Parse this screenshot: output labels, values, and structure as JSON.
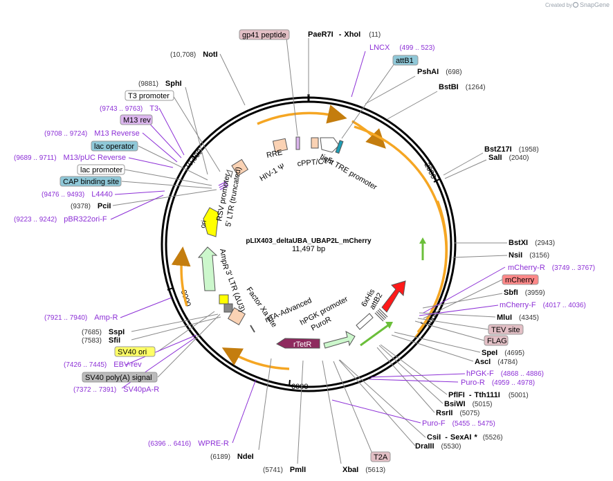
{
  "plasmid": {
    "name": "pLIX403_deltaUBA_UBAP2L_mCherry",
    "size": "11,497 bp"
  },
  "credit": {
    "prefix": "Created by",
    "brand": "SnapGene"
  },
  "ticks": [
    {
      "label": "2000"
    },
    {
      "label": "4000"
    },
    {
      "label": "6000"
    },
    {
      "label": "8000"
    },
    {
      "label": "10,000"
    }
  ],
  "enzymes": {
    "PaeR7I": {
      "name": "PaeR7I",
      "sep": "-",
      "name2": "XhoI",
      "pos": "(11)"
    },
    "PshAI": {
      "name": "PshAI",
      "pos": "(698)"
    },
    "BstBI": {
      "name": "BstBI",
      "pos": "(1264)"
    },
    "BstZ17I": {
      "name": "BstZ17I",
      "pos": "(1958)"
    },
    "SalI": {
      "name": "SalI",
      "pos": "(2040)"
    },
    "BstXI": {
      "name": "BstXI",
      "pos": "(2943)"
    },
    "NsiI": {
      "name": "NsiI",
      "pos": "(3156)"
    },
    "SbfI": {
      "name": "SbfI",
      "pos": "(3959)"
    },
    "MluI": {
      "name": "MluI",
      "pos": "(4345)"
    },
    "SpeI": {
      "name": "SpeI",
      "pos": "(4695)"
    },
    "AscI": {
      "name": "AscI",
      "pos": "(4784)"
    },
    "PflFI": {
      "name": "PflFI",
      "sep": "-",
      "name2": "Tth111I",
      "pos": "(5001)"
    },
    "BsiWI": {
      "name": "BsiWI",
      "pos": "(5015)"
    },
    "RsrII": {
      "name": "RsrII",
      "pos": "(5075)"
    },
    "CsiI": {
      "name": "CsiI",
      "sep": "-",
      "name2": "SexAI",
      "star": "*",
      "pos": "(5526)"
    },
    "DraIII": {
      "name": "DraIII",
      "pos": "(5530)"
    },
    "XbaI": {
      "name": "XbaI",
      "pos": "(5613)"
    },
    "PmlI": {
      "name": "PmlI",
      "pos": "(5741)"
    },
    "NdeI": {
      "name": "NdeI",
      "pos": "(6189)"
    },
    "SspI": {
      "name": "SspI",
      "pos": "(7685)"
    },
    "SfiI": {
      "name": "SfiI",
      "pos": "(7583)"
    },
    "PciI": {
      "name": "PciI",
      "pos": "(9378)"
    },
    "SphI": {
      "name": "SphI",
      "pos": "(9881)"
    },
    "NotI": {
      "name": "NotI",
      "pos": "(10,708)"
    }
  },
  "primers": {
    "LNCX": {
      "name": "LNCX",
      "range": "(499 .. 523)"
    },
    "mCherryR": {
      "name": "mCherry-R",
      "range": "(3749 .. 3767)"
    },
    "mCherryF": {
      "name": "mCherry-F",
      "range": "(4017 .. 4036)"
    },
    "hPGKF": {
      "name": "hPGK-F",
      "range": "(4868 .. 4886)"
    },
    "PuroR": {
      "name": "Puro-R",
      "range": "(4959 .. 4978)"
    },
    "PuroF": {
      "name": "Puro-F",
      "range": "(5455 .. 5475)"
    },
    "WPRER": {
      "name": "WPRE-R",
      "range": "(6396 .. 6416)"
    },
    "SV40pAR": {
      "name": "SV40pA-R",
      "range": "(7372 .. 7391)"
    },
    "EBVrev": {
      "name": "EBV-rev",
      "range": "(7426 .. 7445)"
    },
    "AmpR": {
      "name": "Amp-R",
      "range": "(7921 .. 7940)"
    },
    "pBR322": {
      "name": "pBR322ori-F",
      "range": "(9223 .. 9242)"
    },
    "L4440": {
      "name": "L4440",
      "range": "(9476 .. 9493)"
    },
    "M13pUC": {
      "name": "M13/pUC Reverse",
      "range": "(9689 .. 9711)"
    },
    "M13Rev": {
      "name": "M13 Reverse",
      "range": "(9708 .. 9724)"
    },
    "T3": {
      "name": "T3",
      "range": "(9743 .. 9763)"
    }
  },
  "boxes": {
    "gp41": "gp41 peptide",
    "attB1": "attB1",
    "mCherry": "mCherry",
    "TEV": "TEV site",
    "FLAG": "FLAG",
    "T2A": "T2A",
    "SV40ori": "SV40 ori",
    "SV40polyA": "SV40 poly(A) signal",
    "lacOperator": "lac operator",
    "lacPromoter": "lac promoter",
    "CAP": "CAP binding site",
    "M13rev": "M13 rev",
    "T3promoter": "T3 promoter"
  },
  "colors": {
    "orf": "#f5a623",
    "arrowGreen": "#6bbf3a",
    "primer": "#8c2fd6",
    "mCherry": "#ff1a1a",
    "rTetR": "#8e2a5e",
    "ori": "#ffff00",
    "ampR": "#ccf7cc",
    "puroR": "#ccf7cc",
    "lac": "#8fc8d8",
    "pink": "#e2bfc5",
    "violet": "#dcb6ee",
    "peach": "#fad2b4"
  },
  "features": {
    "ori": "ori",
    "ampR": "AmpR",
    "ltr3": "3' LTR (ΔU3)",
    "factorXa": "Factor Xa site",
    "rttaAdv": "rtTA-Advanced",
    "rTetR": "rTetR",
    "puroR": "PuroR",
    "hpgk": "hPGK promoter",
    "attB2": "attB2",
    "hisTag": "6xHis",
    "tre": "tight TRE promoter",
    "cppt": "cPPT/CTS",
    "rre": "RRE",
    "hiv": "HIV-1 Ψ",
    "rsv": "RSV promoter",
    "ltr5": "5' LTR (truncated)"
  }
}
